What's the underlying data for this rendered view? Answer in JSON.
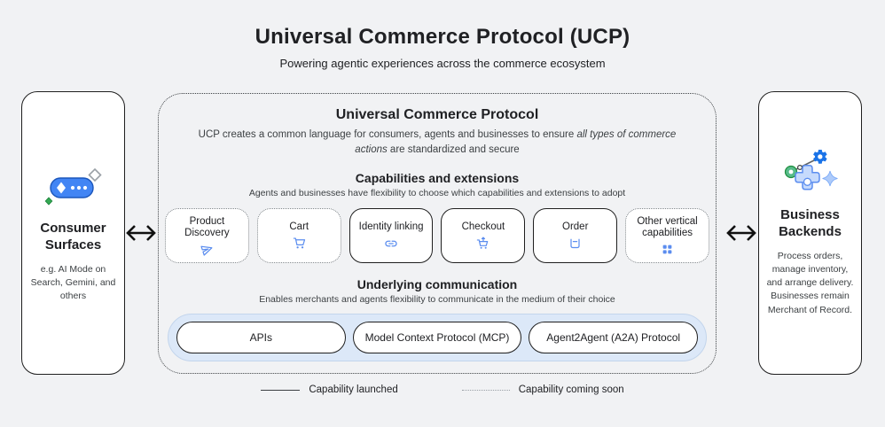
{
  "page": {
    "title": "Universal Commerce Protocol (UCP)",
    "subtitle": "Powering agentic experiences across the commerce ecosystem"
  },
  "left_box": {
    "icon": "gemini-pill-icon",
    "title": "Consumer Surfaces",
    "description": "e.g. AI Mode on Search, Gemini, and others"
  },
  "right_box": {
    "icon": "gears-icon",
    "title": "Business Backends",
    "description": "Process orders, manage inventory, and arrange delivery. Businesses remain Merchant of Record."
  },
  "center": {
    "title": "Universal Commerce Protocol",
    "desc_prefix": "UCP creates a common language for consumers, agents and businesses to ensure ",
    "desc_italic": "all types of commerce actions",
    "desc_suffix": " are standardized and secure",
    "capabilities_section": {
      "title": "Capabilities and extensions",
      "subtitle": "Agents and businesses have flexibility to choose which capabilities and extensions to adopt",
      "cards": [
        {
          "label": "Product Discovery",
          "icon": "send-icon",
          "status": "coming-soon"
        },
        {
          "label": "Cart",
          "icon": "cart-icon",
          "status": "coming-soon"
        },
        {
          "label": "Identity linking",
          "icon": "link-icon",
          "status": "launched"
        },
        {
          "label": "Checkout",
          "icon": "cart-checkout-icon",
          "status": "launched"
        },
        {
          "label": "Order",
          "icon": "order-box-icon",
          "status": "launched"
        },
        {
          "label": "Other vertical capabilities",
          "icon": "grid-icon",
          "status": "coming-soon"
        }
      ]
    },
    "communication_section": {
      "title": "Underlying communication",
      "subtitle": "Enables merchants and agents flexibility to communicate in the medium of their choice",
      "pills": [
        "APIs",
        "Model Context Protocol (MCP)",
        "Agent2Agent (A2A) Protocol"
      ]
    }
  },
  "legend": {
    "launched_label": "Capability launched",
    "coming_soon_label": "Capability coming soon"
  },
  "colors": {
    "background": "#f1f2f4",
    "accent_blue": "#4285f4",
    "icon_blue": "#5b8def",
    "light_blue_fill": "#dce8f8",
    "pale_blue": "#aecbfa",
    "green": "#34a853",
    "border_dark": "#1f1f1f",
    "border_dotted_gray": "#80868b",
    "text_dark": "#202124",
    "text_gray": "#3c4043"
  }
}
